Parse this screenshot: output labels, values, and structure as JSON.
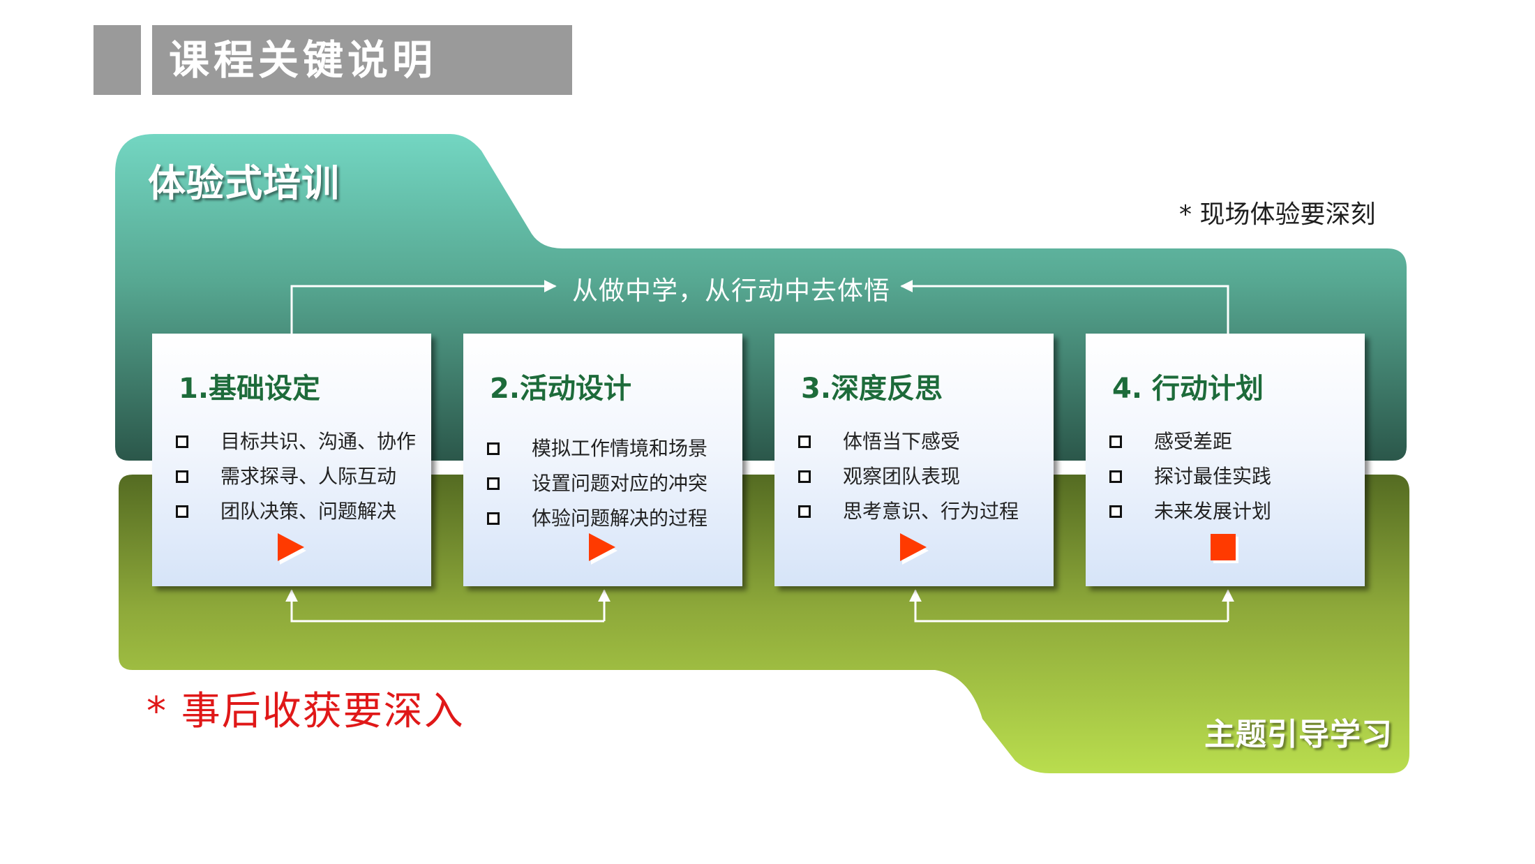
{
  "page_title": "课程关键说明",
  "upper_panel": {
    "title": "体验式培训",
    "note": "* 现场体验要深刻"
  },
  "motto": "从做中学，从行动中去体悟",
  "lower_panel": {
    "title": "主题引导学习",
    "note": "* 事后收获要深入"
  },
  "steps": [
    {
      "title": "1.基础设定",
      "items": [
        "目标共识、沟通、协作",
        "需求探寻、人际互动",
        "团队决策、问题解决"
      ],
      "marker": "play-icon"
    },
    {
      "title": "2.活动设计",
      "items": [
        "模拟工作情境和场景",
        "设置问题对应的冲突",
        "体验问题解决的过程"
      ],
      "marker": "play-icon"
    },
    {
      "title": "3.深度反思",
      "items": [
        "体悟当下感受",
        "观察团队表现",
        "思考意识、行为过程"
      ],
      "marker": "play-icon"
    },
    {
      "title": "4. 行动计划",
      "items": [
        "感受差距",
        "探讨最佳实践",
        "未来发展计划"
      ],
      "marker": "stop-icon"
    }
  ],
  "colors": {
    "teal_top": "#73d6c2",
    "teal_bottom": "#2d5a4b",
    "green_top": "#546b22",
    "green_bottom": "#b7db4c",
    "step_title": "#1d6b3a",
    "marker": "#ff3a00",
    "red_note": "#e01818",
    "title_bar": "#9a9a9a"
  }
}
